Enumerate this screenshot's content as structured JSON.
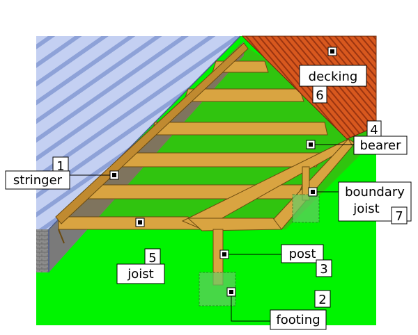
{
  "labels": {
    "stringer": {
      "text": "stringer",
      "number": "1"
    },
    "footing": {
      "text": "footing",
      "number": "2"
    },
    "post": {
      "text": "post",
      "number": "3"
    },
    "bearer": {
      "text": "bearer",
      "number": "4"
    },
    "joist": {
      "text": "joist",
      "number": "5"
    },
    "decking": {
      "text": "decking",
      "number": "6"
    },
    "boundary_joist": {
      "text_line1": "boundary",
      "text_line2": "joist",
      "number": "7"
    }
  },
  "colors": {
    "lawn": "#00ff00",
    "wall_siding": "#b8c8f0",
    "decking": "#d8581e",
    "timber": "#d9a441",
    "timber_shadow": "#a0702a",
    "foundation": "#888888"
  }
}
